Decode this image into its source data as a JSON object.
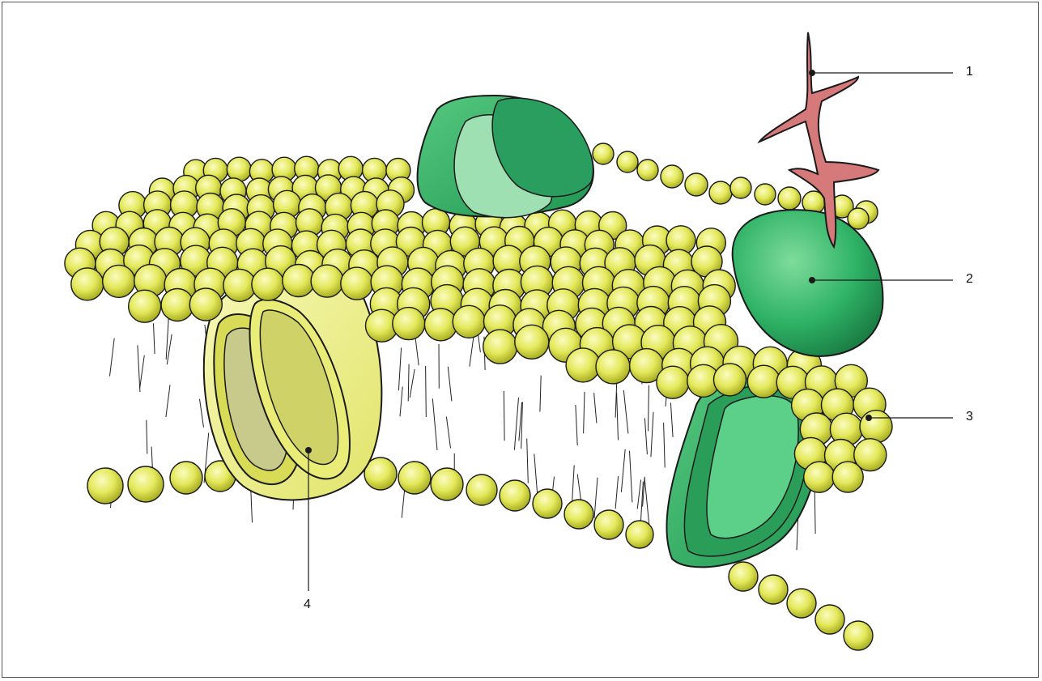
{
  "labels": [
    {
      "id": "1",
      "text": "1"
    },
    {
      "id": "2",
      "text": "2"
    },
    {
      "id": "3",
      "text": "3"
    },
    {
      "id": "4",
      "text": "4"
    }
  ],
  "colors": {
    "phospholipid_head": "#e6ea5a",
    "phospholipid_head_shade": "#b8bd2a",
    "glycolipid": "#d9787a",
    "globular_protein": "#33b864",
    "transmembrane_channel": "#f1f291",
    "channel_protein_green": "#2fb366",
    "outline": "#1a1a1a"
  },
  "icons": {
    "1": "glycolipid-icon",
    "2": "peripheral-protein-icon",
    "3": "phospholipid-head-icon",
    "4": "channel-protein-icon"
  }
}
